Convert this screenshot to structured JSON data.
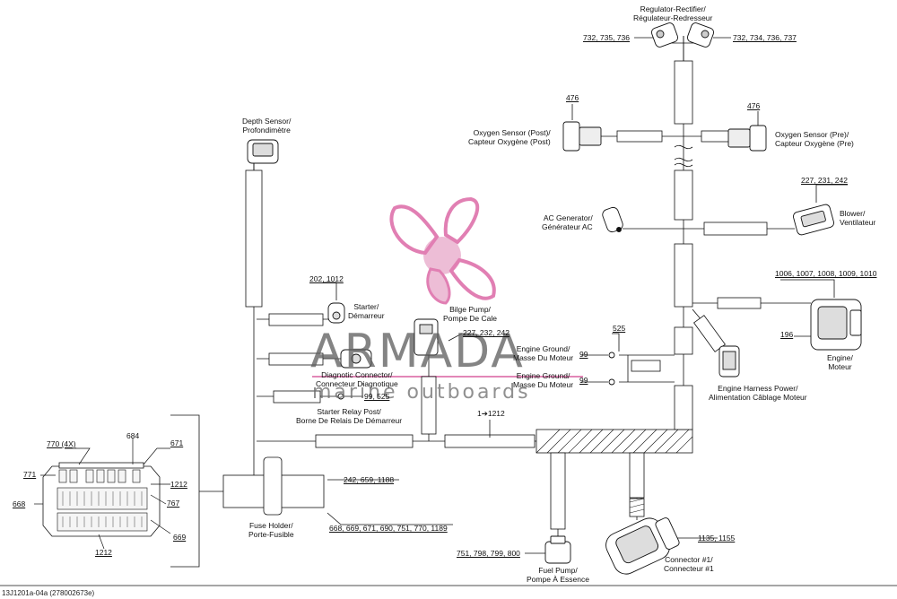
{
  "watermark": {
    "brand": "ARMADA",
    "tagline": "marine outboards",
    "accent": "#d7559a"
  },
  "footer": "13J1201a-04a (278002673e)",
  "components": {
    "regulator": "Regulator-Rectifier/\nRégulateur-Redresseur",
    "depth_sensor": "Depth Sensor/\nProfondimètre",
    "oxygen_post": "Oxygen Sensor (Post)/\nCapteur Oxygène (Post)",
    "oxygen_pre": "Oxygen Sensor (Pre)/\nCapteur Oxygène (Pre)",
    "ac_generator": "AC Generator/\nGénérateur AC",
    "blower": "Blower/\nVentilateur",
    "starter": "Starter/\nDémarreur",
    "bilge_pump": "Bilge Pump/\nPompe De Cale",
    "engine_ground_1": "Engine Ground/\nMasse Du Moteur",
    "engine_ground_2": "Engine Ground/\nMasse Du Moteur",
    "diagnostic": "Diagnotic Connector/\nConnecteur Diagnotique",
    "starter_relay": "Starter Relay Post/\nBorne De Relais De Démarreur",
    "engine": "Engine/\nMoteur",
    "harness_power": "Engine Harness Power/\nAlimentation Câblage Moteur",
    "fuse_holder": "Fuse Holder/\nPorte-Fusible",
    "fuel_pump": "Fuel Pump/\nPompe À Essence",
    "connector1": "Connector #1/\nConnecteur #1"
  },
  "refs": {
    "reg_left": "732, 735, 736",
    "reg_right": "732, 734, 736, 737",
    "oxy_post": "476",
    "oxy_pre": "476",
    "blower": "227, 231, 242",
    "starter": "202, 1012",
    "bilge": "227, 232, 242",
    "ground_num": "525",
    "ground1": "99",
    "ground2": "99",
    "relay": "99, 525",
    "engine_top": "1006, 1007, 1008, 1009, 1010",
    "engine_left": "196",
    "junction": "1➔1212",
    "fuse_top": "242, 659, 1188",
    "fuse_bottom": "668, 669, 671, 690, 751, 770, 1189",
    "fuel_pump": "751, 798, 799, 800",
    "connector1": "1135, 1155"
  },
  "detail": {
    "pin_770": "770 (4X)",
    "pin_684": "684",
    "pin_671": "671",
    "pin_771": "771",
    "pin_1212_right": "1212",
    "pin_668": "668",
    "pin_767": "767",
    "pin_669": "669",
    "pin_1212_bottom": "1212"
  }
}
